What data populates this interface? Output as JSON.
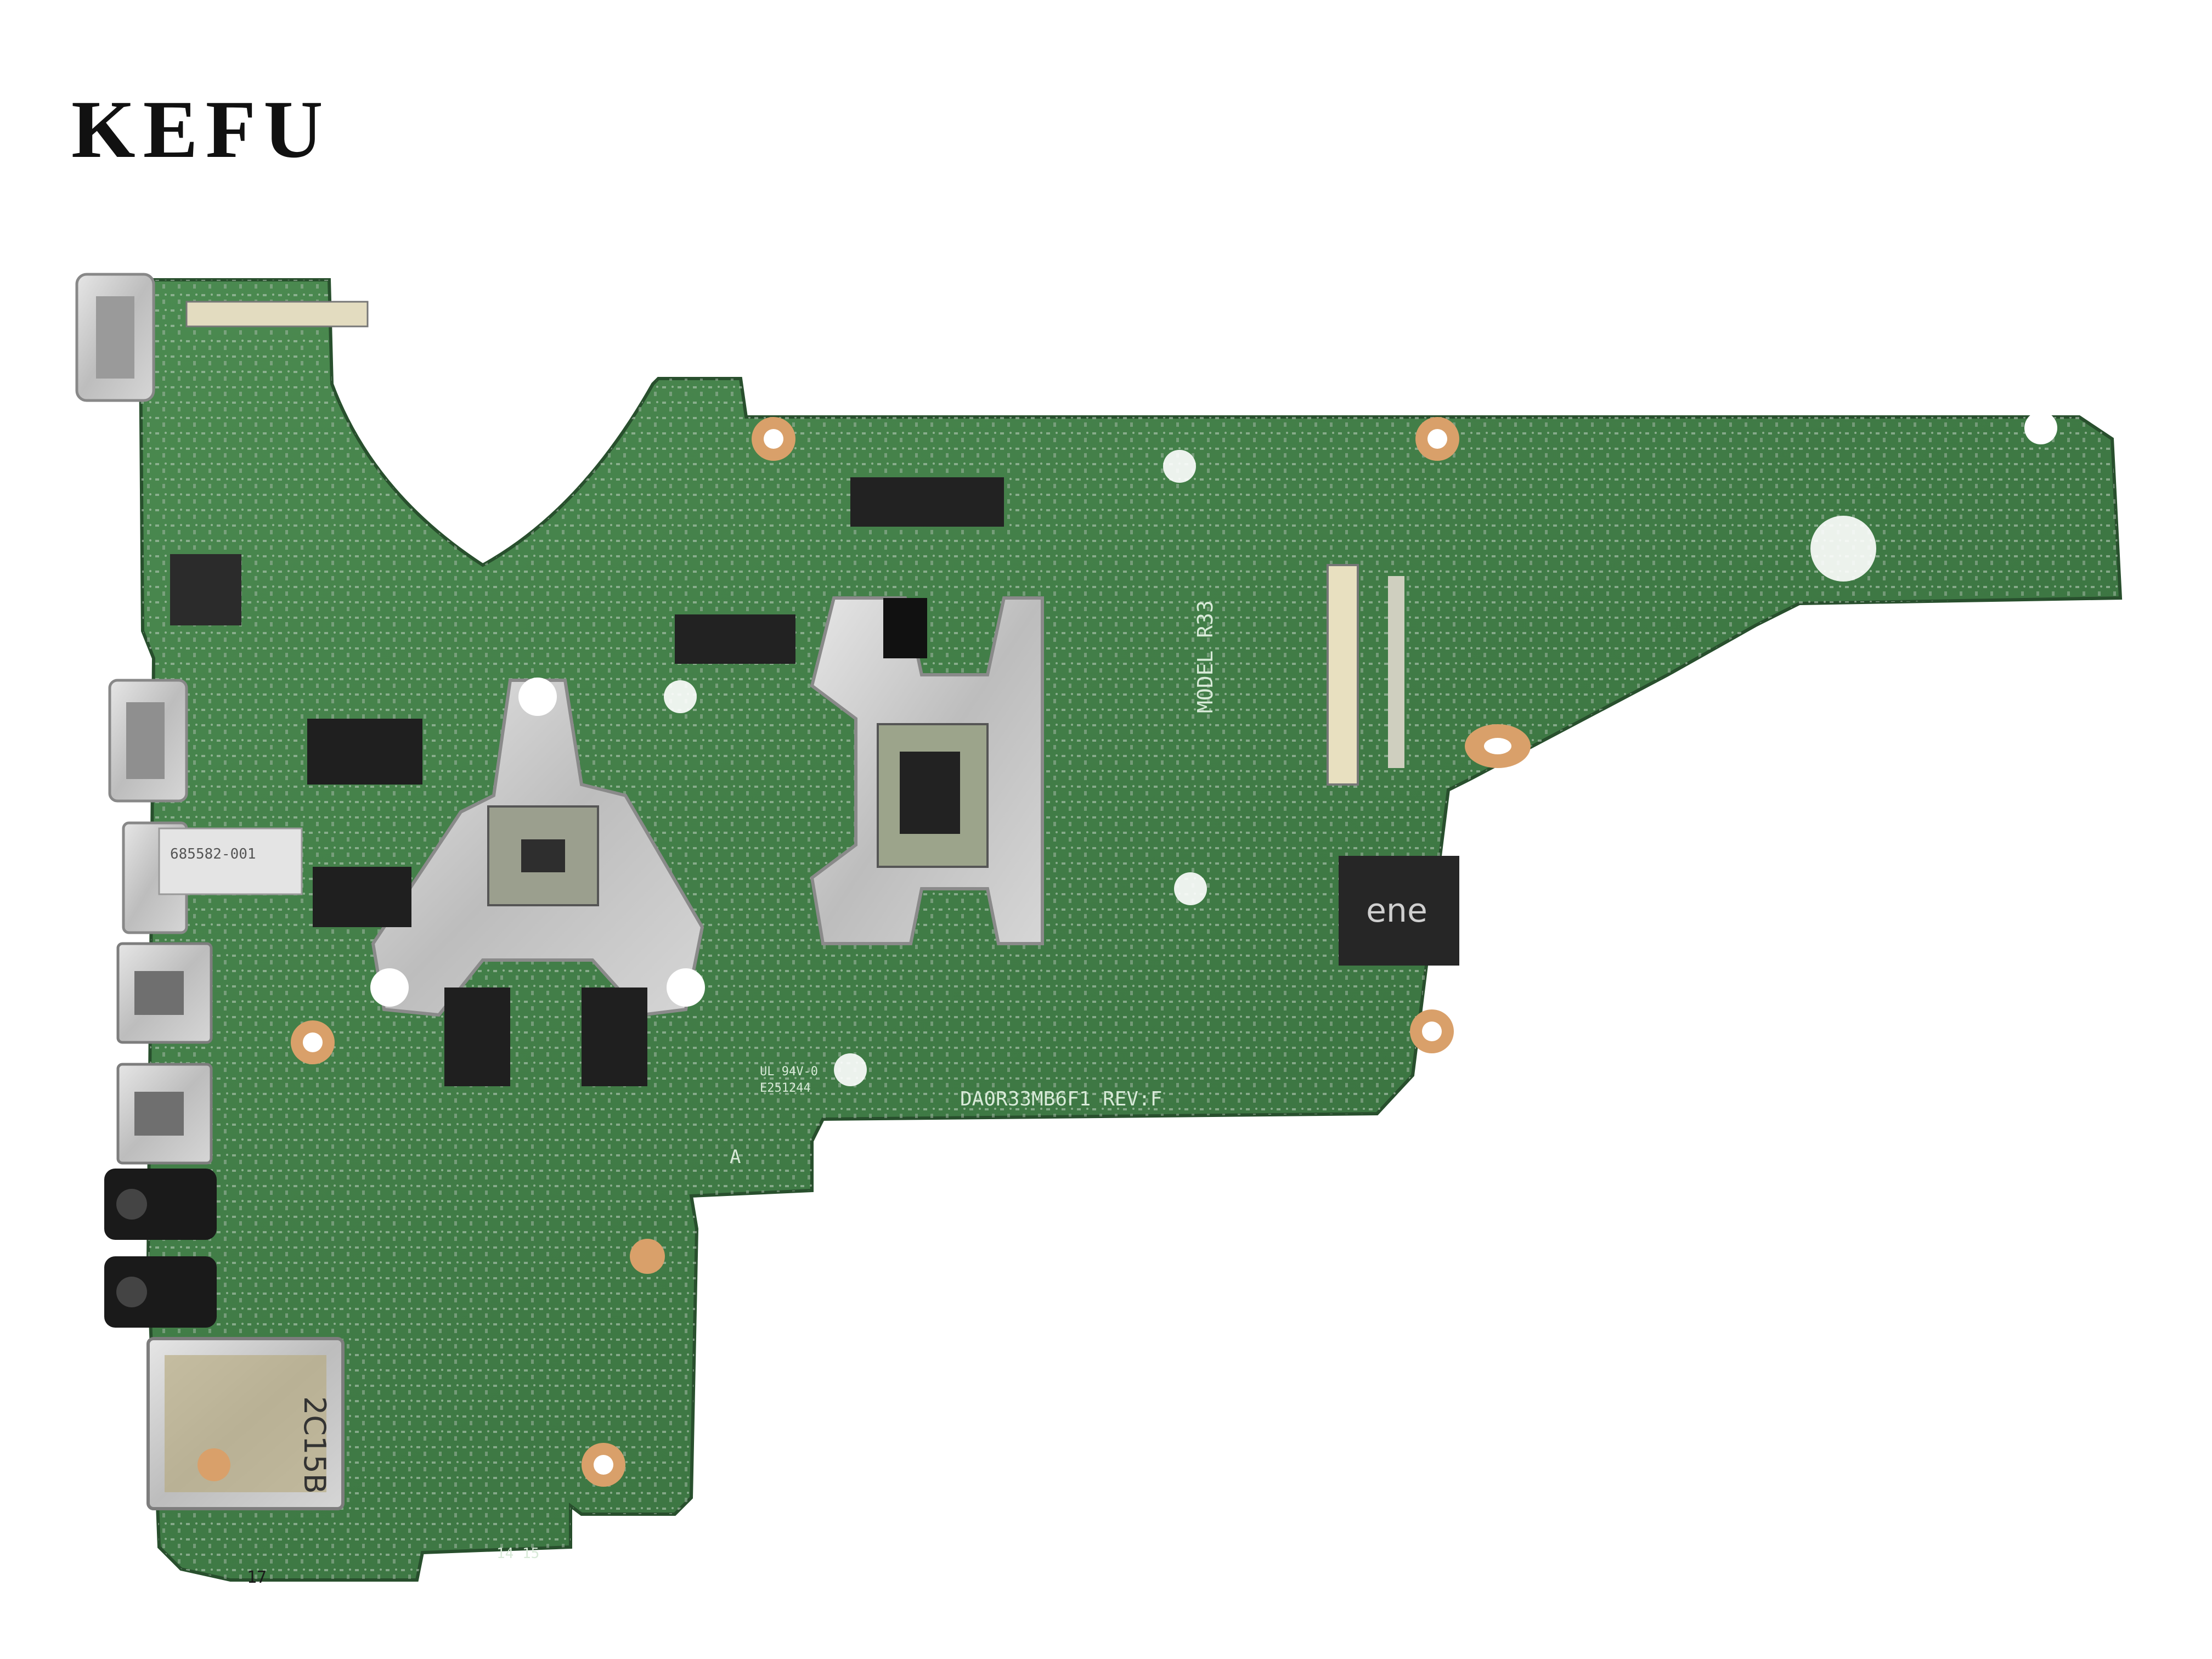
{
  "brand": {
    "name": "KEFU"
  },
  "board": {
    "model_label": "MODEL R33",
    "part_label": "DA0R33MB6F1  REV:F",
    "ul_label": "UL 94V-0",
    "ul_code": "E251244",
    "sticker_code": "685582-001",
    "sd_slot_label": "2C15B",
    "marker_17": "17",
    "marker_1415": "14 15",
    "marker_a": "A",
    "chip_logo": "ene",
    "colors": {
      "pcb": "#3f7a45",
      "pcb_dark": "#2f5f35",
      "metal": "#c9c9c9",
      "pad": "#d9a06a"
    }
  }
}
